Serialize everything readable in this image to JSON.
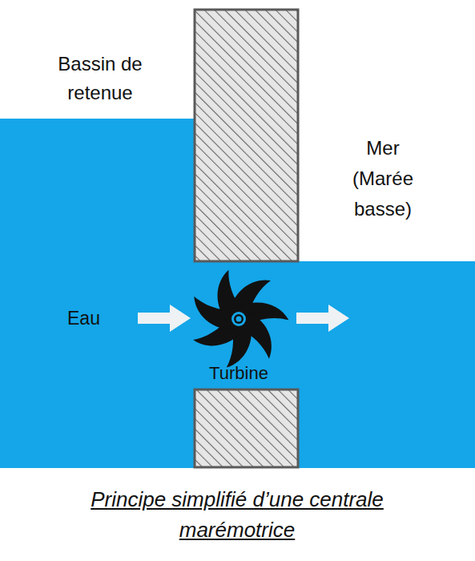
{
  "diagram": {
    "caption": "Principe simplifié d’une centrale marémotrice",
    "labels": [
      "Bassin de retenue",
      "Mer (Marée basse)",
      "Eau",
      "Turbine"
    ]
  }
}
